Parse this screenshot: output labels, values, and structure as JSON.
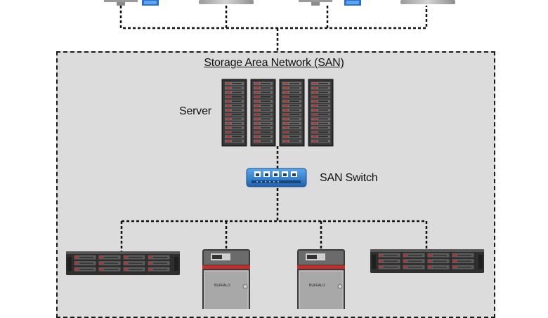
{
  "diagram": {
    "title": "Storage Area Network (SAN)",
    "server_label": "Server",
    "switch_label": "SAN Switch",
    "brand_text": "BUFFALO"
  },
  "colors": {
    "san_background": "#dcdcdc",
    "connector": "#111111",
    "switch_blue": "#2f7fd2",
    "rack_dark": "#3a3a3a",
    "drive_red": "#c62b2b",
    "nas_silver": "#b9b9b9"
  },
  "icons": {
    "clients": [
      "desktop-monitor-icon",
      "laptop-icon",
      "desktop-monitor-icon",
      "laptop-icon"
    ],
    "servers": [
      "rack-server-icon",
      "rack-server-icon",
      "rack-server-icon",
      "rack-server-icon"
    ],
    "switch": "network-switch-icon",
    "storage": [
      "rackmount-storage-icon",
      "nas-tower-icon",
      "nas-tower-icon",
      "rackmount-storage-icon"
    ]
  }
}
